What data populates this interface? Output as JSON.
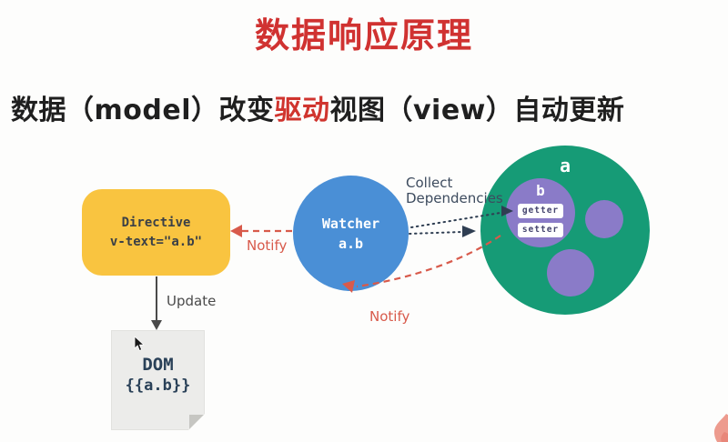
{
  "title": "数据响应原理",
  "subtitle": {
    "pre": "数据（model）改变",
    "highlight": "驱动",
    "post": "视图（view）自动更新"
  },
  "diagram": {
    "directive_box": {
      "line1": "Directive",
      "line2": "v-text=\"a.b\""
    },
    "watcher_circle": {
      "line1": "Watcher",
      "line2": "a.b"
    },
    "object_circle": {
      "label": "a",
      "nested_circle": {
        "label": "b",
        "getter_label": "getter",
        "setter_label": "setter"
      }
    },
    "dom_box": {
      "line1": "DOM",
      "line2": "{{a.b}}"
    },
    "arrow_labels": {
      "update": "Update",
      "notify_directive": "Notify",
      "notify_watcher": "Notify",
      "collect_line1": "Collect",
      "collect_line2": "Dependencies"
    }
  },
  "colors": {
    "title_red": "#d03231",
    "subtitle_text": "#1f1f1f",
    "highlight_red": "#d0342e",
    "directive_bg": "#f9c440",
    "directive_text": "#3b4046",
    "watcher_bg": "#4a8fd6",
    "object_bg": "#169b76",
    "nested_purple": "#8a7bc8",
    "getter_setter_text": "#44446e",
    "notify_red": "#d85a4b",
    "collect_text": "#3d4b5e",
    "update_text": "#4a4a4a",
    "dom_bg": "#ececea",
    "dom_text": "#2a4158",
    "dotted_arrow": "#2f3e52",
    "flame": "#ed9b8e"
  },
  "icons": {
    "cursor": "cursor-pointer-icon",
    "flame": "flame-logo"
  }
}
